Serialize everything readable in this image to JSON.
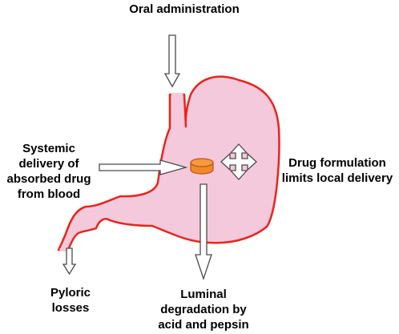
{
  "labels": {
    "oral": "Oral administration",
    "systemic_1": "Systemic",
    "systemic_2": "delivery of",
    "systemic_3": "absorbed drug",
    "systemic_4": "from blood",
    "formulation_1": "Drug formulation",
    "formulation_2": "limits local delivery",
    "pyloric_1": "Pyloric",
    "pyloric_2": "losses",
    "luminal_1": "Luminal",
    "luminal_2": "degradation by",
    "luminal_3": "acid and pepsin"
  },
  "colors": {
    "stomach_fill": "#f5c9dc",
    "stomach_outline": "#e8241c",
    "tablet_fill": "#f08a2a",
    "tablet_outline": "#b3541a",
    "arrow_fill": "#ffffff",
    "arrow_stroke": "#4a4a4a",
    "text": "#000000"
  },
  "icons": {
    "tablet": "tablet-icon",
    "four_way_arrow": "four-way-arrow-icon"
  }
}
